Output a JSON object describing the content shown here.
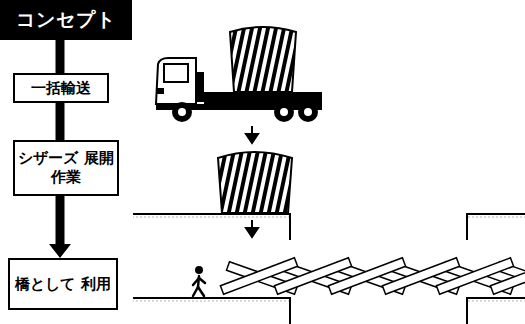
{
  "diagram": {
    "nodes": [
      {
        "text": [
          "コンセプト"
        ]
      },
      {
        "text": [
          "一括輸送"
        ]
      },
      {
        "text": [
          "シザーズ 展開作業"
        ]
      },
      {
        "text": [
          "橋として 利用"
        ]
      }
    ],
    "edges": [
      {
        "from": 0,
        "to": 1,
        "arrow": "none"
      },
      {
        "from": 1,
        "to": 2,
        "arrow": "none"
      },
      {
        "from": 2,
        "to": 3,
        "arrow": "to"
      }
    ]
  }
}
